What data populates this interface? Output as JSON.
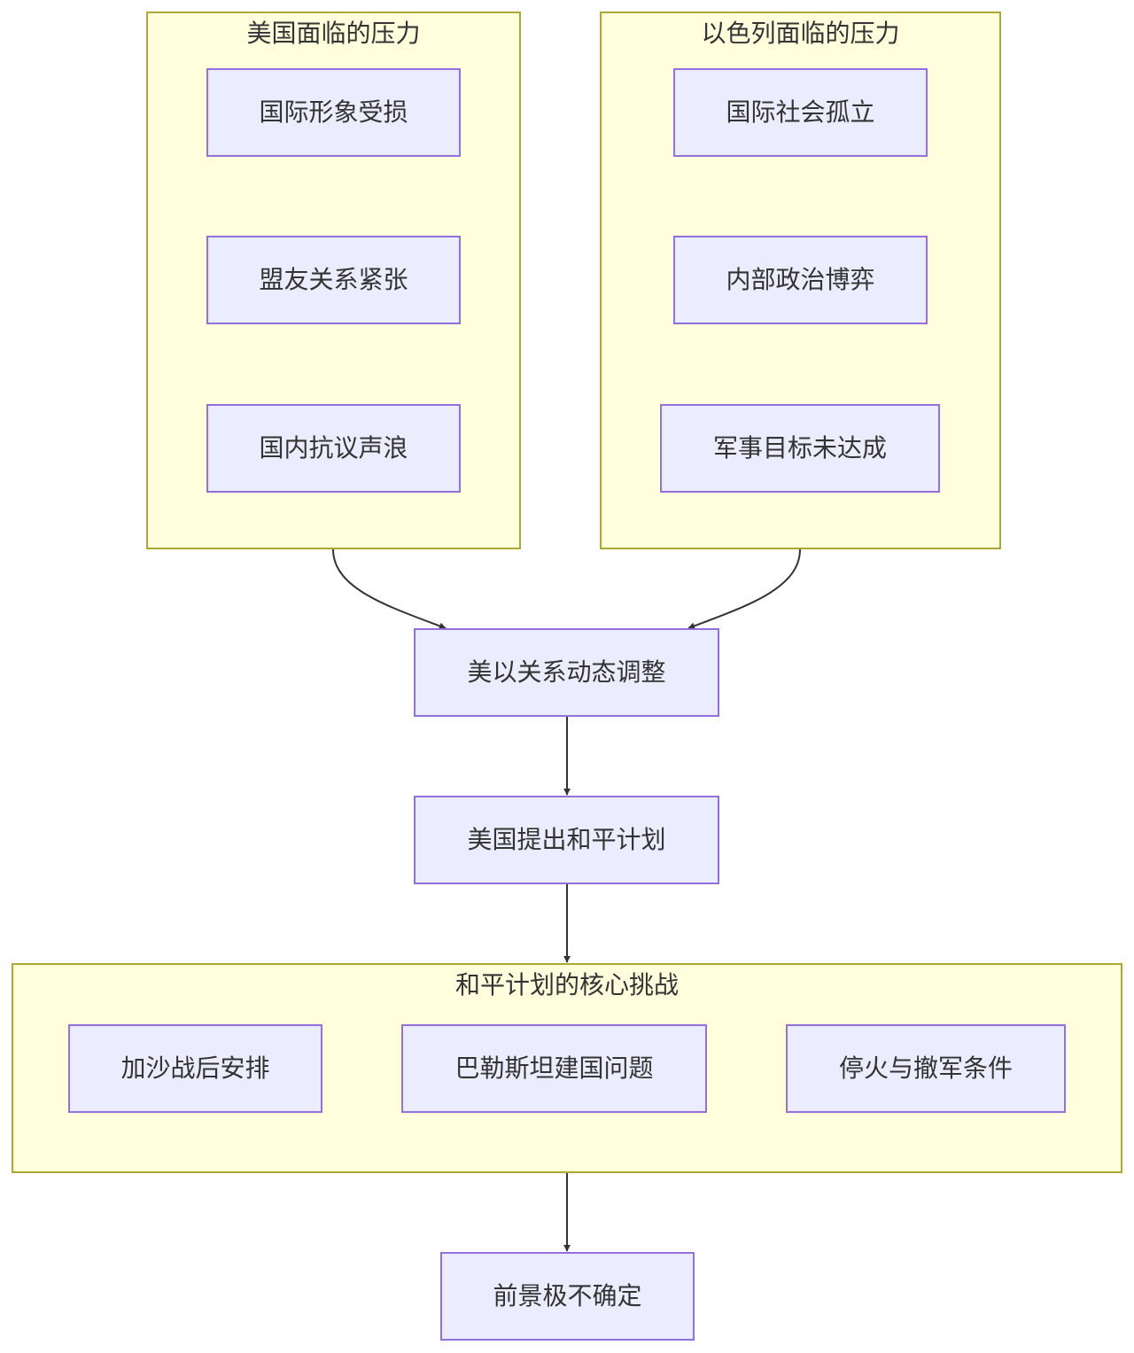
{
  "colors": {
    "cluster_fill": "#ffffde",
    "cluster_border": "#aaaa33",
    "node_fill": "#ececff",
    "node_border": "#9370db",
    "text": "#333333",
    "edge": "#333333"
  },
  "clusters": {
    "us_pressure": {
      "title": "美国面临的压力",
      "nodes": [
        "国际形象受损",
        "盟友关系紧张",
        "国内抗议声浪"
      ]
    },
    "israel_pressure": {
      "title": "以色列面临的压力",
      "nodes": [
        "国际社会孤立",
        "内部政治博弈",
        "军事目标未达成"
      ]
    },
    "challenges": {
      "title": "和平计划的核心挑战",
      "nodes": [
        "加沙战后安排",
        "巴勒斯坦建国问题",
        "停火与撤军条件"
      ]
    }
  },
  "nodes": {
    "adjust": "美以关系动态调整",
    "plan": "美国提出和平计划",
    "outlook": "前景极不确定"
  },
  "edges": [
    {
      "from": "美国面临的压力",
      "to": "美以关系动态调整"
    },
    {
      "from": "以色列面临的压力",
      "to": "美以关系动态调整"
    },
    {
      "from": "美以关系动态调整",
      "to": "美国提出和平计划"
    },
    {
      "from": "美国提出和平计划",
      "to": "和平计划的核心挑战"
    },
    {
      "from": "和平计划的核心挑战",
      "to": "前景极不确定"
    }
  ]
}
